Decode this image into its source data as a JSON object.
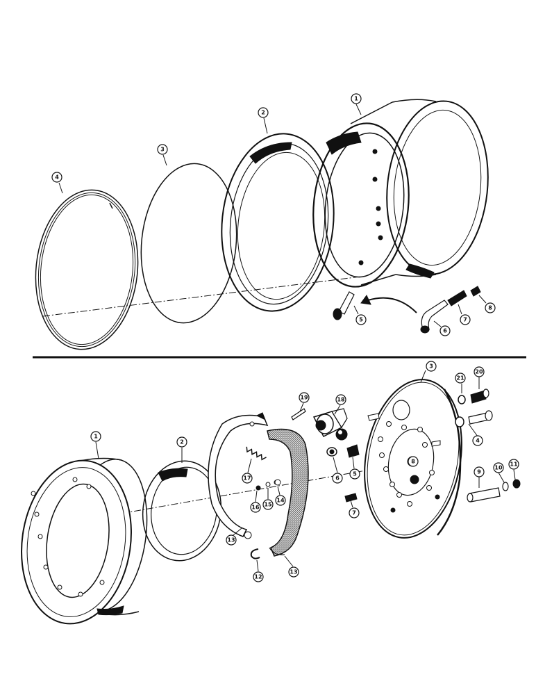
{
  "upper_diagram": {
    "callouts": [
      {
        "id": "u1",
        "label": "1"
      },
      {
        "id": "u2",
        "label": "2"
      },
      {
        "id": "u3",
        "label": "3"
      },
      {
        "id": "u4",
        "label": "4"
      },
      {
        "id": "u5",
        "label": "5"
      },
      {
        "id": "u6",
        "label": "6"
      },
      {
        "id": "u7",
        "label": "7"
      },
      {
        "id": "u8",
        "label": "8"
      }
    ]
  },
  "lower_diagram": {
    "callouts": [
      {
        "id": "l1",
        "label": "1"
      },
      {
        "id": "l2",
        "label": "2"
      },
      {
        "id": "l3",
        "label": "3"
      },
      {
        "id": "l4",
        "label": "4"
      },
      {
        "id": "l5",
        "label": "5"
      },
      {
        "id": "l6",
        "label": "6"
      },
      {
        "id": "l7",
        "label": "7"
      },
      {
        "id": "l8",
        "label": "8"
      },
      {
        "id": "l9",
        "label": "9"
      },
      {
        "id": "l10",
        "label": "10"
      },
      {
        "id": "l11",
        "label": "11"
      },
      {
        "id": "l12",
        "label": "12"
      },
      {
        "id": "l13a",
        "label": "13"
      },
      {
        "id": "l13b",
        "label": "13"
      },
      {
        "id": "l14",
        "label": "14"
      },
      {
        "id": "l15",
        "label": "15"
      },
      {
        "id": "l16",
        "label": "16"
      },
      {
        "id": "l17",
        "label": "17"
      },
      {
        "id": "l18",
        "label": "18"
      },
      {
        "id": "l19",
        "label": "19"
      },
      {
        "id": "l20",
        "label": "20"
      },
      {
        "id": "l21",
        "label": "21"
      }
    ]
  }
}
